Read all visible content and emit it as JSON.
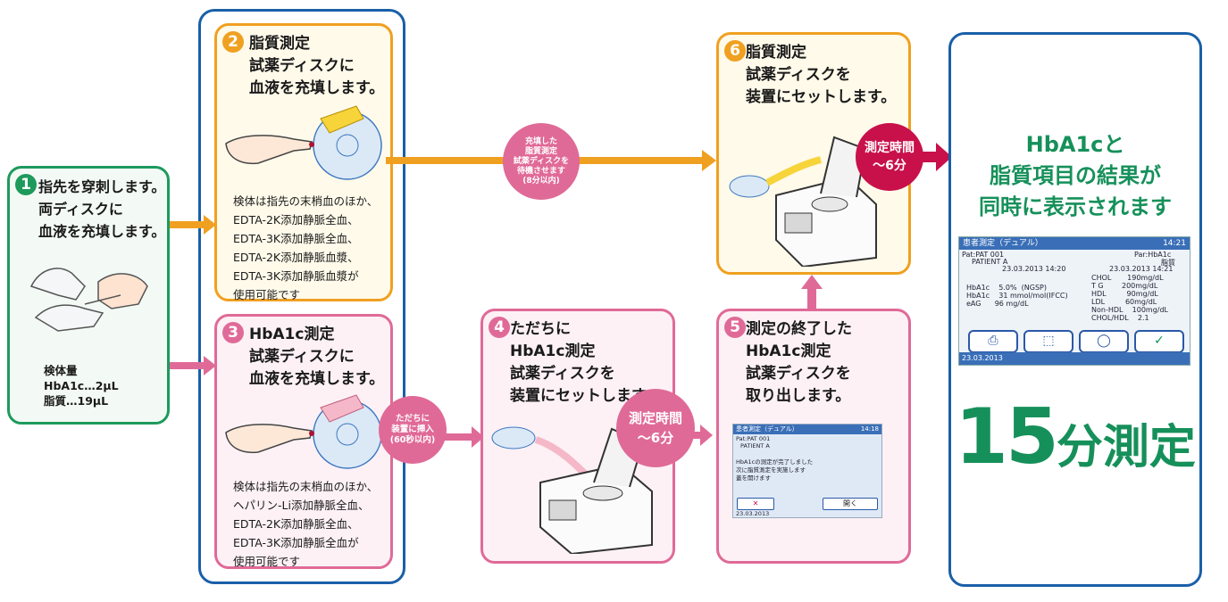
{
  "steps": [
    {
      "num": "1",
      "title": "指先を穿刺します。\n両ディスクに\n血液を充填します。",
      "volume": "検体量\nHbA1c…2μL\n脂質…19μL"
    },
    {
      "num": "2",
      "title": "脂質測定\n試薬ディスクに\n血液を充填します。",
      "note": "検体は指先の末梢血のほか、\nEDTA-2K添加静脈全血、\nEDTA-3K添加静脈全血、\nEDTA-2K添加静脈血漿、\nEDTA-3K添加静脈血漿が\n使用可能です"
    },
    {
      "num": "3",
      "title": "HbA1c測定\n試薬ディスクに\n血液を充填します。",
      "note": "検体は指先の末梢血のほか、\nヘパリン-Li添加静脈全血、\nEDTA-2K添加静脈全血、\nEDTA-3K添加静脈全血が\n使用可能です"
    },
    {
      "num": "4",
      "title": "ただちに\nHbA1c測定\n試薬ディスクを\n装置にセットします。"
    },
    {
      "num": "5",
      "title": "測定の終了した\nHbA1c測定\n試薬ディスクを\n取り出します。"
    },
    {
      "num": "6",
      "title": "脂質測定\n試薬ディスクを\n装置にセットします。"
    }
  ],
  "bubbles": {
    "wait": "充填した\n脂質測定\n試薬ディスクを\n待機させます\n(8分以内)",
    "insert": "ただちに\n装置に挿入\n(60秒以内)",
    "time_pink": "測定時間\n〜6分",
    "time_red": "測定時間\n〜6分"
  },
  "result": {
    "title": "HbA1cと\n脂質項目の結果が\n同時に表示されます",
    "big_number": "15",
    "big_unit": "分測定"
  },
  "screen": {
    "header": "患者測定（デュアル）",
    "time": "14:21",
    "pat": "Pat:PAT 001",
    "patient": "PATIENT A",
    "par": "Par:HbA1c",
    "par2": "脂質",
    "date_left": "23.03.2013 14:20",
    "date_right": "23.03.2013 14:21",
    "left_results": "HbA1c    5.0%  (NGSP)\nHbA1c    31 mmol/mol(IFCC)\neAG      96 mg/dL",
    "right_results": "CHOL       190mg/dL\nT G        200mg/dL\nHDL         90mg/dL\nLDL         60mg/dL\nNon-HDL    100mg/dL\nCHOL/HDL    2.1",
    "footer": "23.03.2013",
    "buttons": [
      "⎙",
      "⬚",
      "◯",
      "✓"
    ]
  },
  "mini_screen": {
    "header": "患者測定（デュアル）",
    "time": "14:18",
    "pat": "Pat:PAT 001",
    "patient": "PATIENT A",
    "message": "HbA1cの測定が完了しました\n次に脂質測定を実施します\n蓋を開けます",
    "cancel": "✕",
    "open": "開く",
    "footer": "23.03.2013"
  },
  "colors": {
    "green": "#1e9a5c",
    "orange": "#f0a020",
    "pink": "#e06a97",
    "blue": "#1a5fa8",
    "red": "#c8104a"
  }
}
